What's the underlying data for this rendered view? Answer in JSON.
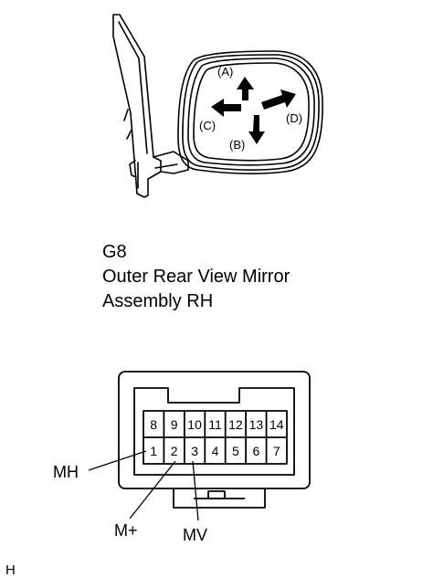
{
  "directions": {
    "a": "(A)",
    "b": "(B)",
    "c": "(C)",
    "d": "(D)"
  },
  "connector": {
    "code": "G8",
    "name_line1": "Outer Rear View Mirror",
    "name_line2": "Assembly RH",
    "pins_top": [
      "8",
      "9",
      "10",
      "11",
      "12",
      "13",
      "14"
    ],
    "pins_bottom": [
      "1",
      "2",
      "3",
      "4",
      "5",
      "6",
      "7"
    ]
  },
  "wire_labels": {
    "mh": "MH",
    "m_plus": "M+",
    "mv": "MV"
  },
  "corner_mark": "H"
}
